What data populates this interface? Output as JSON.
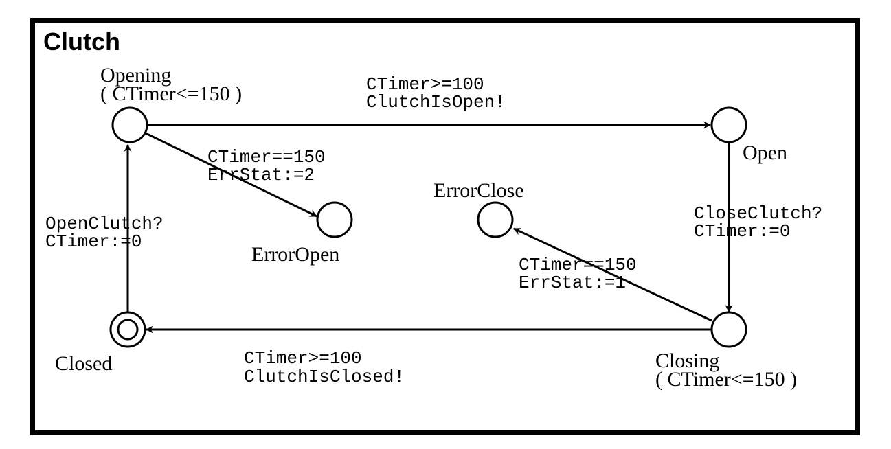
{
  "title": "Clutch",
  "states": {
    "opening": {
      "name": "Opening",
      "invariant": "( CTimer<=150 )"
    },
    "open": {
      "name": "Open"
    },
    "error_open": {
      "name": "ErrorOpen"
    },
    "error_close": {
      "name": "ErrorClose"
    },
    "closing": {
      "name": "Closing",
      "invariant": "( CTimer<=150 )"
    },
    "closed": {
      "name": "Closed"
    }
  },
  "transitions": {
    "opening_to_open": {
      "guard": "CTimer>=100",
      "action": "ClutchIsOpen!"
    },
    "opening_to_error_open": {
      "guard": "CTimer==150",
      "action": "ErrStat:=2"
    },
    "open_to_closing": {
      "guard": "CloseClutch?",
      "action": "CTimer:=0"
    },
    "closing_to_error_close": {
      "guard": "CTimer==150",
      "action": "ErrStat:=1"
    },
    "closing_to_closed": {
      "guard": "CTimer>=100",
      "action": "ClutchIsClosed!"
    },
    "closed_to_opening": {
      "guard": "OpenClutch?",
      "action": "CTimer:=0"
    }
  },
  "colors": {
    "stroke": "#000000",
    "background": "#ffffff"
  }
}
